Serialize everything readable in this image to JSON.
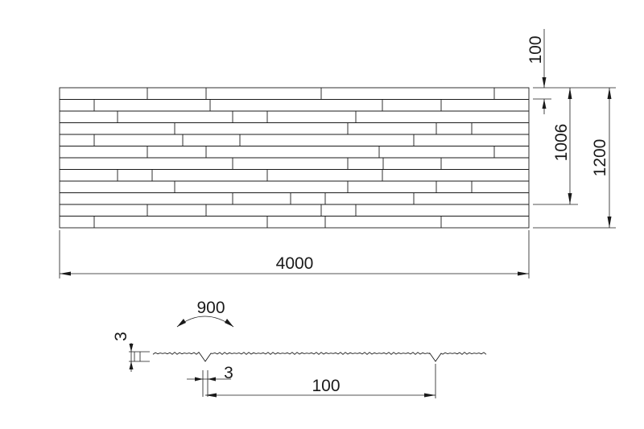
{
  "panel": {
    "width_dim": "4000",
    "height_dim": "1200",
    "inner_height_dim": "1006",
    "top_offset_dim": "100"
  },
  "profile": {
    "angle_dim": "900",
    "depth_dim": "3",
    "groove_width_dim": "3",
    "pitch_dim": "100"
  }
}
